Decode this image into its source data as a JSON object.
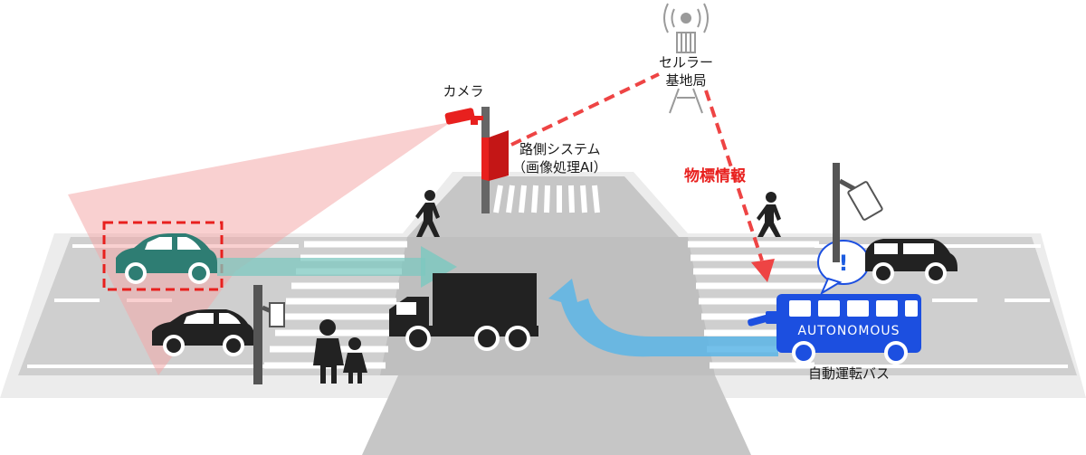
{
  "labels": {
    "camera": "カメラ",
    "cellular_line1": "セルラー",
    "cellular_line2": "基地局",
    "roadside_line1": "路側システム",
    "roadside_line2": "（画像処理AI）",
    "object_info": "物標情報",
    "bus_name": "自動運転バス",
    "bus_text": "AUTONOMOUS",
    "alert_mark": "!"
  },
  "colors": {
    "road": "#c9c9c9",
    "road_dark": "#bdbdbd",
    "sidewalk": "#e9e9e9",
    "red_accent": "#e8201e",
    "camera_fov": "#f7b9b9",
    "bus_blue": "#1c4fe0",
    "car_teal": "#2e7d73",
    "arrow_teal": "#7ec8c0",
    "arrow_blue": "#5bb5e6",
    "dark_vehicle": "#222222"
  }
}
